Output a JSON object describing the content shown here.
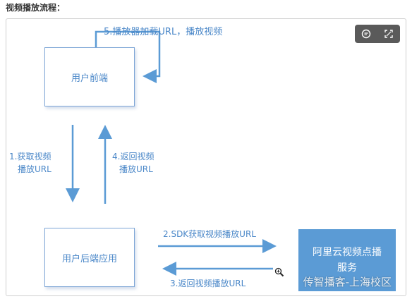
{
  "page": {
    "heading": "视频播放流程："
  },
  "diagram": {
    "boxes": {
      "frontend": "用户前端",
      "backend": "用户后端应用",
      "vod_line1": "阿里云视频点播",
      "vod_line2": "服务"
    },
    "arrows": {
      "step5": "5.播放器加载URL，播放视频",
      "step1_line1": "1.获取视频",
      "step1_line2": "播放URL",
      "step4_line1": "4.返回视频",
      "step4_line2": "播放URL",
      "step2": "2.SDK获取视频播放URL",
      "step3": "3.返回视频播放URL"
    },
    "watermark": "传智播客-上海校区"
  },
  "toolbar": {
    "icons": [
      "comment-icon",
      "fullscreen-icon"
    ]
  },
  "colors": {
    "arrow": "#5b9bd5",
    "label": "#4a87c8",
    "vod_box": "#5b9bd5",
    "toolbar_bg": "#5a5a5a"
  }
}
